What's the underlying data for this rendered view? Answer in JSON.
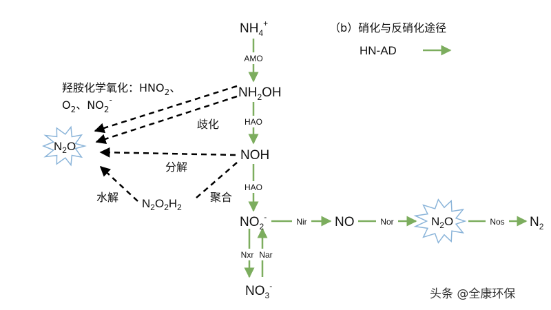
{
  "colors": {
    "pathway_arrow": "#7cad5e",
    "dashed_arrow": "#000000",
    "text": "#111111"
  },
  "legend": {
    "title": "（b）硝化与反硝化途径",
    "hn_ad": "HN-AD"
  },
  "species": {
    "nh4": {
      "base": "NH",
      "sub": "4",
      "sup": "+"
    },
    "nh2oh": {
      "p1": "NH",
      "sub": "2",
      "p2": "OH"
    },
    "noh": "NOH",
    "no2": {
      "base": "NO",
      "sub": "2",
      "sup": "-"
    },
    "no3": {
      "base": "NO",
      "sub": "3",
      "sup": "-"
    },
    "no": "NO",
    "n2": {
      "base": "N",
      "sub": "2"
    },
    "n2o_left": {
      "p1": "N",
      "sub": "2",
      "p2": "O"
    },
    "n2o_right": {
      "p1": "N",
      "sub": "2",
      "p2": "O"
    },
    "n2o2h2": {
      "p1": "N",
      "s1": "2",
      "p2": "O",
      "s2": "2",
      "p3": "H",
      "s3": "2"
    }
  },
  "enzymes": {
    "amo": "AMO",
    "hao1": "HAO",
    "hao2": "HAO",
    "nxr": "Nxr",
    "nar": "Nar",
    "nir": "Nir",
    "nor": "Nor",
    "nos": "Nos"
  },
  "annotations": {
    "hydroxylamine_line1": {
      "t1": "羟胺化学氧化：HNO",
      "s1": "2",
      "t2": "、"
    },
    "hydroxylamine_line2": {
      "t1": "O",
      "s1": "2",
      "t2": "、NO",
      "s2": "2",
      "sup": "-"
    },
    "qihua": "歧化",
    "fenjie": "分解",
    "shuijie": "水解",
    "juhe": "聚合"
  },
  "watermark": "头条 @全康环保"
}
